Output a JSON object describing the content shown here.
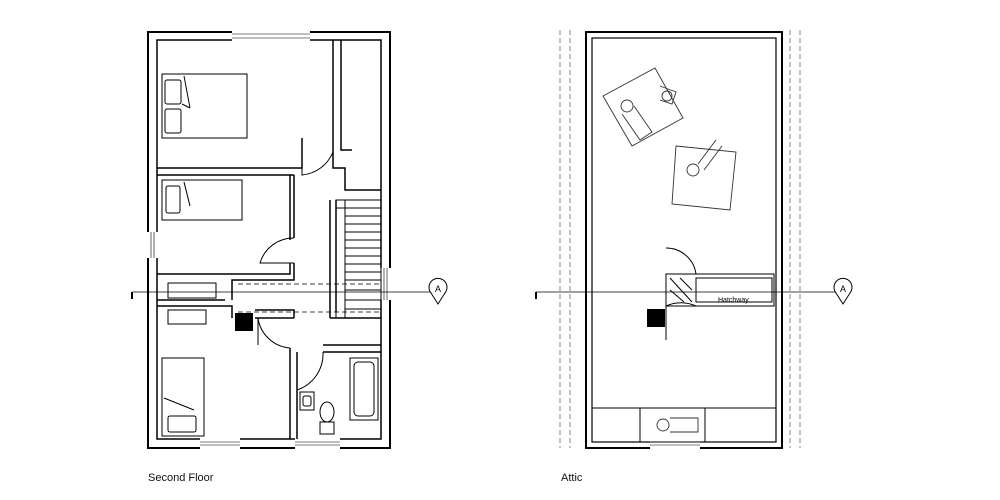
{
  "floors": {
    "second_floor": {
      "caption": "Second Floor"
    },
    "attic": {
      "caption": "Attic"
    }
  },
  "labels": {
    "hatchway": "Hatchway",
    "section_marker_left": "A",
    "section_marker_right": "A"
  }
}
